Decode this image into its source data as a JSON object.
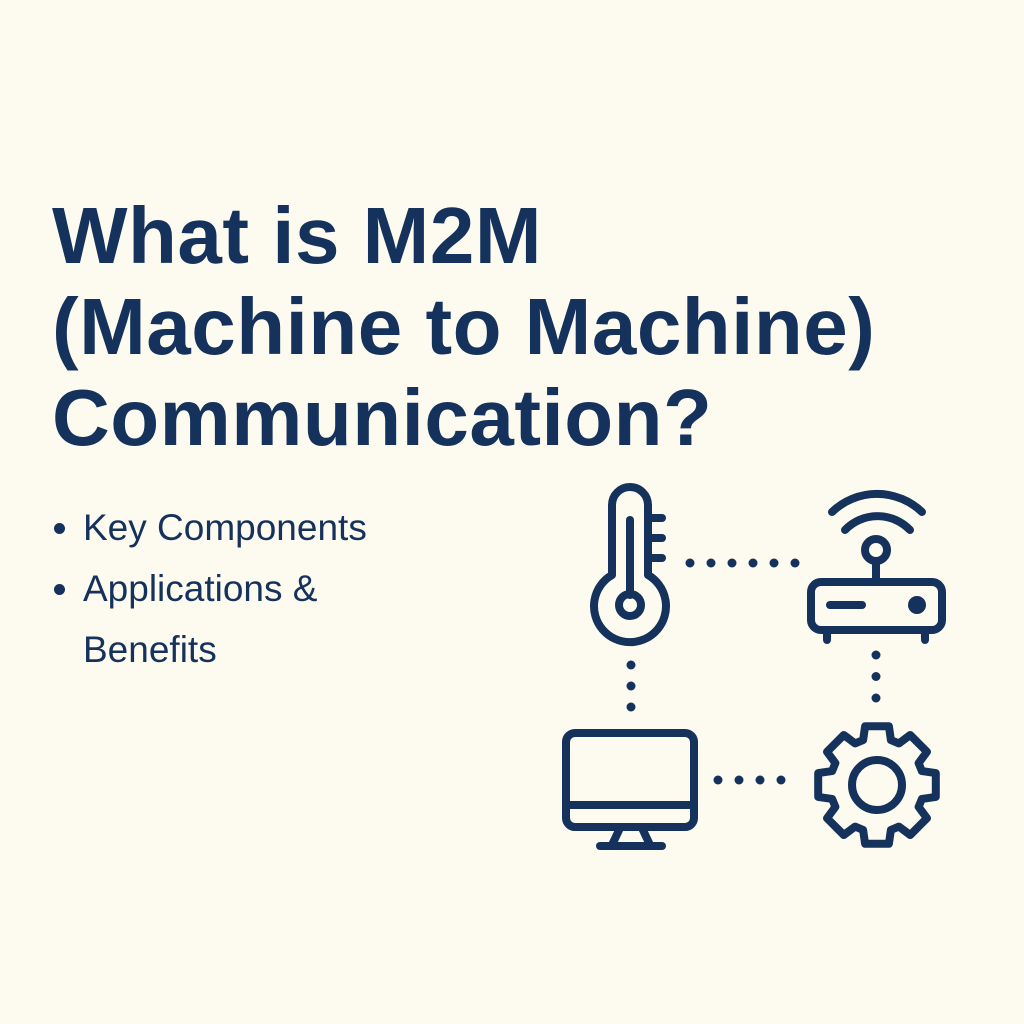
{
  "title": {
    "line1": "What is M2M",
    "line2": "(Machine to Machine)",
    "line3": "Communication?"
  },
  "bullets": [
    {
      "label": "Key Components"
    },
    {
      "label": "Applications &",
      "label_cont": "Benefits"
    }
  ],
  "diagram": {
    "nodes": [
      "thermometer-icon",
      "router-icon",
      "monitor-icon",
      "gear-icon"
    ],
    "accent_color": "#15325c",
    "background_color": "#fdfbf0"
  }
}
